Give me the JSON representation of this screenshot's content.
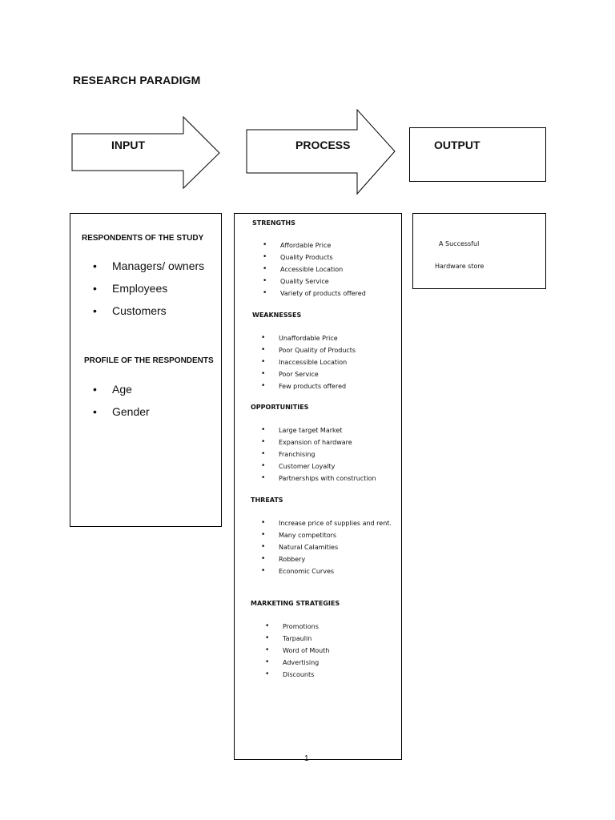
{
  "title": "RESEARCH PARADIGM",
  "arrows": {
    "input": "INPUT",
    "process": "PROCESS",
    "output": "OUTPUT"
  },
  "input_box": {
    "respondents_heading": "RESPONDENTS OF THE   STUDY",
    "respondents": [
      "Managers/ owners",
      "Employees",
      "Customers"
    ],
    "profile_heading": "PROFILE OF THE RESPONDENTS",
    "profile": [
      "Age",
      "Gender"
    ]
  },
  "process_box": {
    "strengths_heading": "STRENGTHS",
    "strengths": [
      "Affordable Price",
      "Quality Products",
      "Accessible Location",
      "Quality Service",
      "Variety of products offered"
    ],
    "weaknesses_heading": "WEAKNESSES",
    "weaknesses": [
      "Unaffordable Price",
      "Poor Quality of Products",
      "Inaccessible Location",
      "Poor Service",
      "Few products offered"
    ],
    "opportunities_heading": "OPPORTUNITIES",
    "opportunities": [
      "Large target Market",
      "Expansion of hardware",
      "Franchising",
      "Customer Loyalty",
      "Partnerships with construction"
    ],
    "threats_heading": "THREATS",
    "threats": [
      "Increase price of supplies and rent.",
      "Many competitors",
      "Natural Calamities",
      "Robbery",
      "Economic Curves"
    ],
    "marketing_heading": "MARKETING STRATEGIES",
    "marketing": [
      "Promotions",
      "Tarpaulin",
      "Word of Mouth",
      "Advertising",
      "Discounts"
    ]
  },
  "output_box": {
    "line1": "A Successful",
    "line2": "Hardware store"
  },
  "page_number": "1"
}
